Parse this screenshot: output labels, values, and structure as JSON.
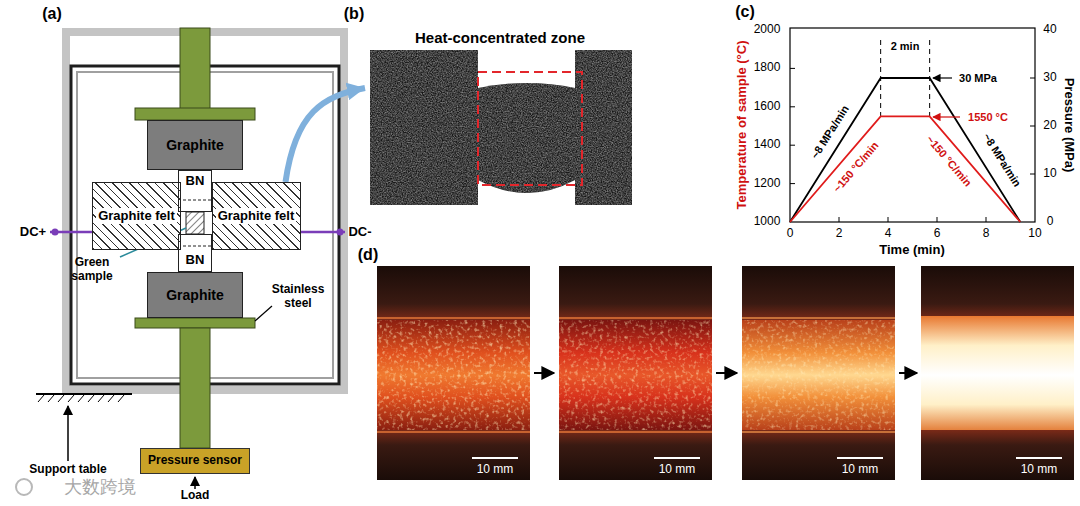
{
  "diagram": {
    "nodes": [
      {
        "text": [
          "Graphite"
        ]
      },
      {
        "text": [
          "Graphite felt"
        ]
      },
      {
        "text": [
          "BN"
        ]
      },
      {
        "text": [
          "Graphite felt"
        ]
      },
      {
        "text": [
          "BN"
        ]
      },
      {
        "text": [
          "Graphite"
        ]
      },
      {
        "text": [
          "Pressure sensor"
        ]
      },
      {
        "text": [
          "Heat-concentrated zone"
        ]
      }
    ],
    "edges": [
      {
        "from": 3,
        "to": 7,
        "arrow": "to"
      }
    ],
    "labels": [
      "(a)",
      "DC+",
      "DC-",
      "Green sample",
      "Stainless steel",
      "Support table",
      "Load",
      "(b)",
      "(c)",
      "2000",
      "1800",
      "1600",
      "1400",
      "1200",
      "1000",
      "40",
      "30",
      "20",
      "10",
      "0",
      "0",
      "2",
      "4",
      "6",
      "8",
      "10",
      "Temperature of sample (°C)",
      "Pressure (MPa)",
      "Time (min)",
      "2 min",
      "30 MPa",
      "1550 °C",
      "~8 MPa/min",
      "~8 MPa/min",
      "~150 °C/min",
      "~150 °C/min",
      "(d)",
      "10 mm",
      "10 mm",
      "10 mm",
      "10 mm",
      "大数跨境"
    ]
  }
}
